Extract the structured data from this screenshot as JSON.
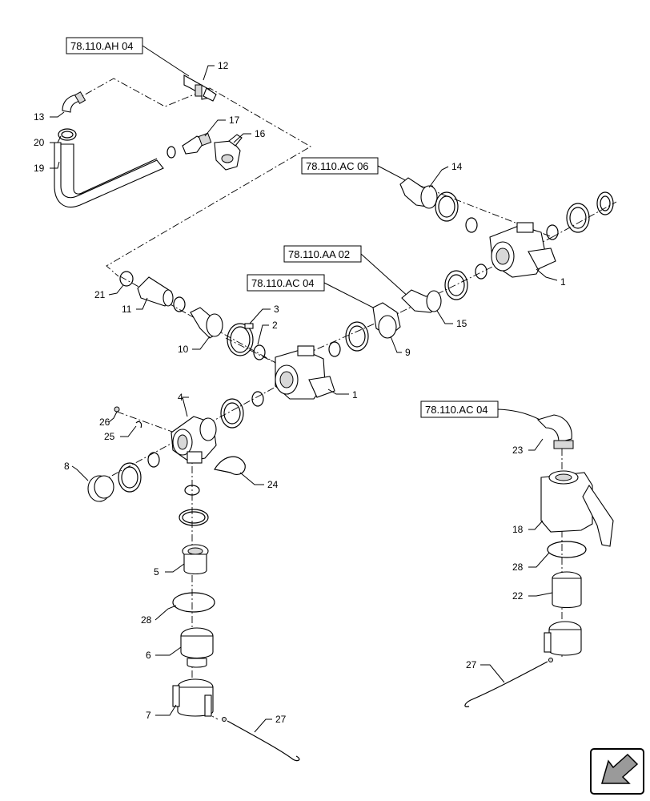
{
  "references": {
    "ref_ah04": "78.110.AH 04",
    "ref_ac06": "78.110.AC 06",
    "ref_aa02": "78.110.AA 02",
    "ref_ac04_a": "78.110.AC 04",
    "ref_ac04_b": "78.110.AC 04"
  },
  "callouts": {
    "c12": "12",
    "c13": "13",
    "c20": "20",
    "c19": "19",
    "c17": "17",
    "c16": "16",
    "c14": "14",
    "c1a": "1",
    "c15": "15",
    "c21": "21",
    "c11": "11",
    "c10": "10",
    "c3": "3",
    "c2": "2",
    "c9": "9",
    "c1b": "1",
    "c4": "4",
    "c26": "26",
    "c25": "25",
    "c8": "8",
    "c24": "24",
    "c5": "5",
    "c28a": "28",
    "c6": "6",
    "c7": "7",
    "c27a": "27",
    "c23": "23",
    "c18": "18",
    "c28b": "28",
    "c22": "22",
    "c27b": "27"
  },
  "icons": {
    "nav": "navigation-arrow-icon"
  }
}
